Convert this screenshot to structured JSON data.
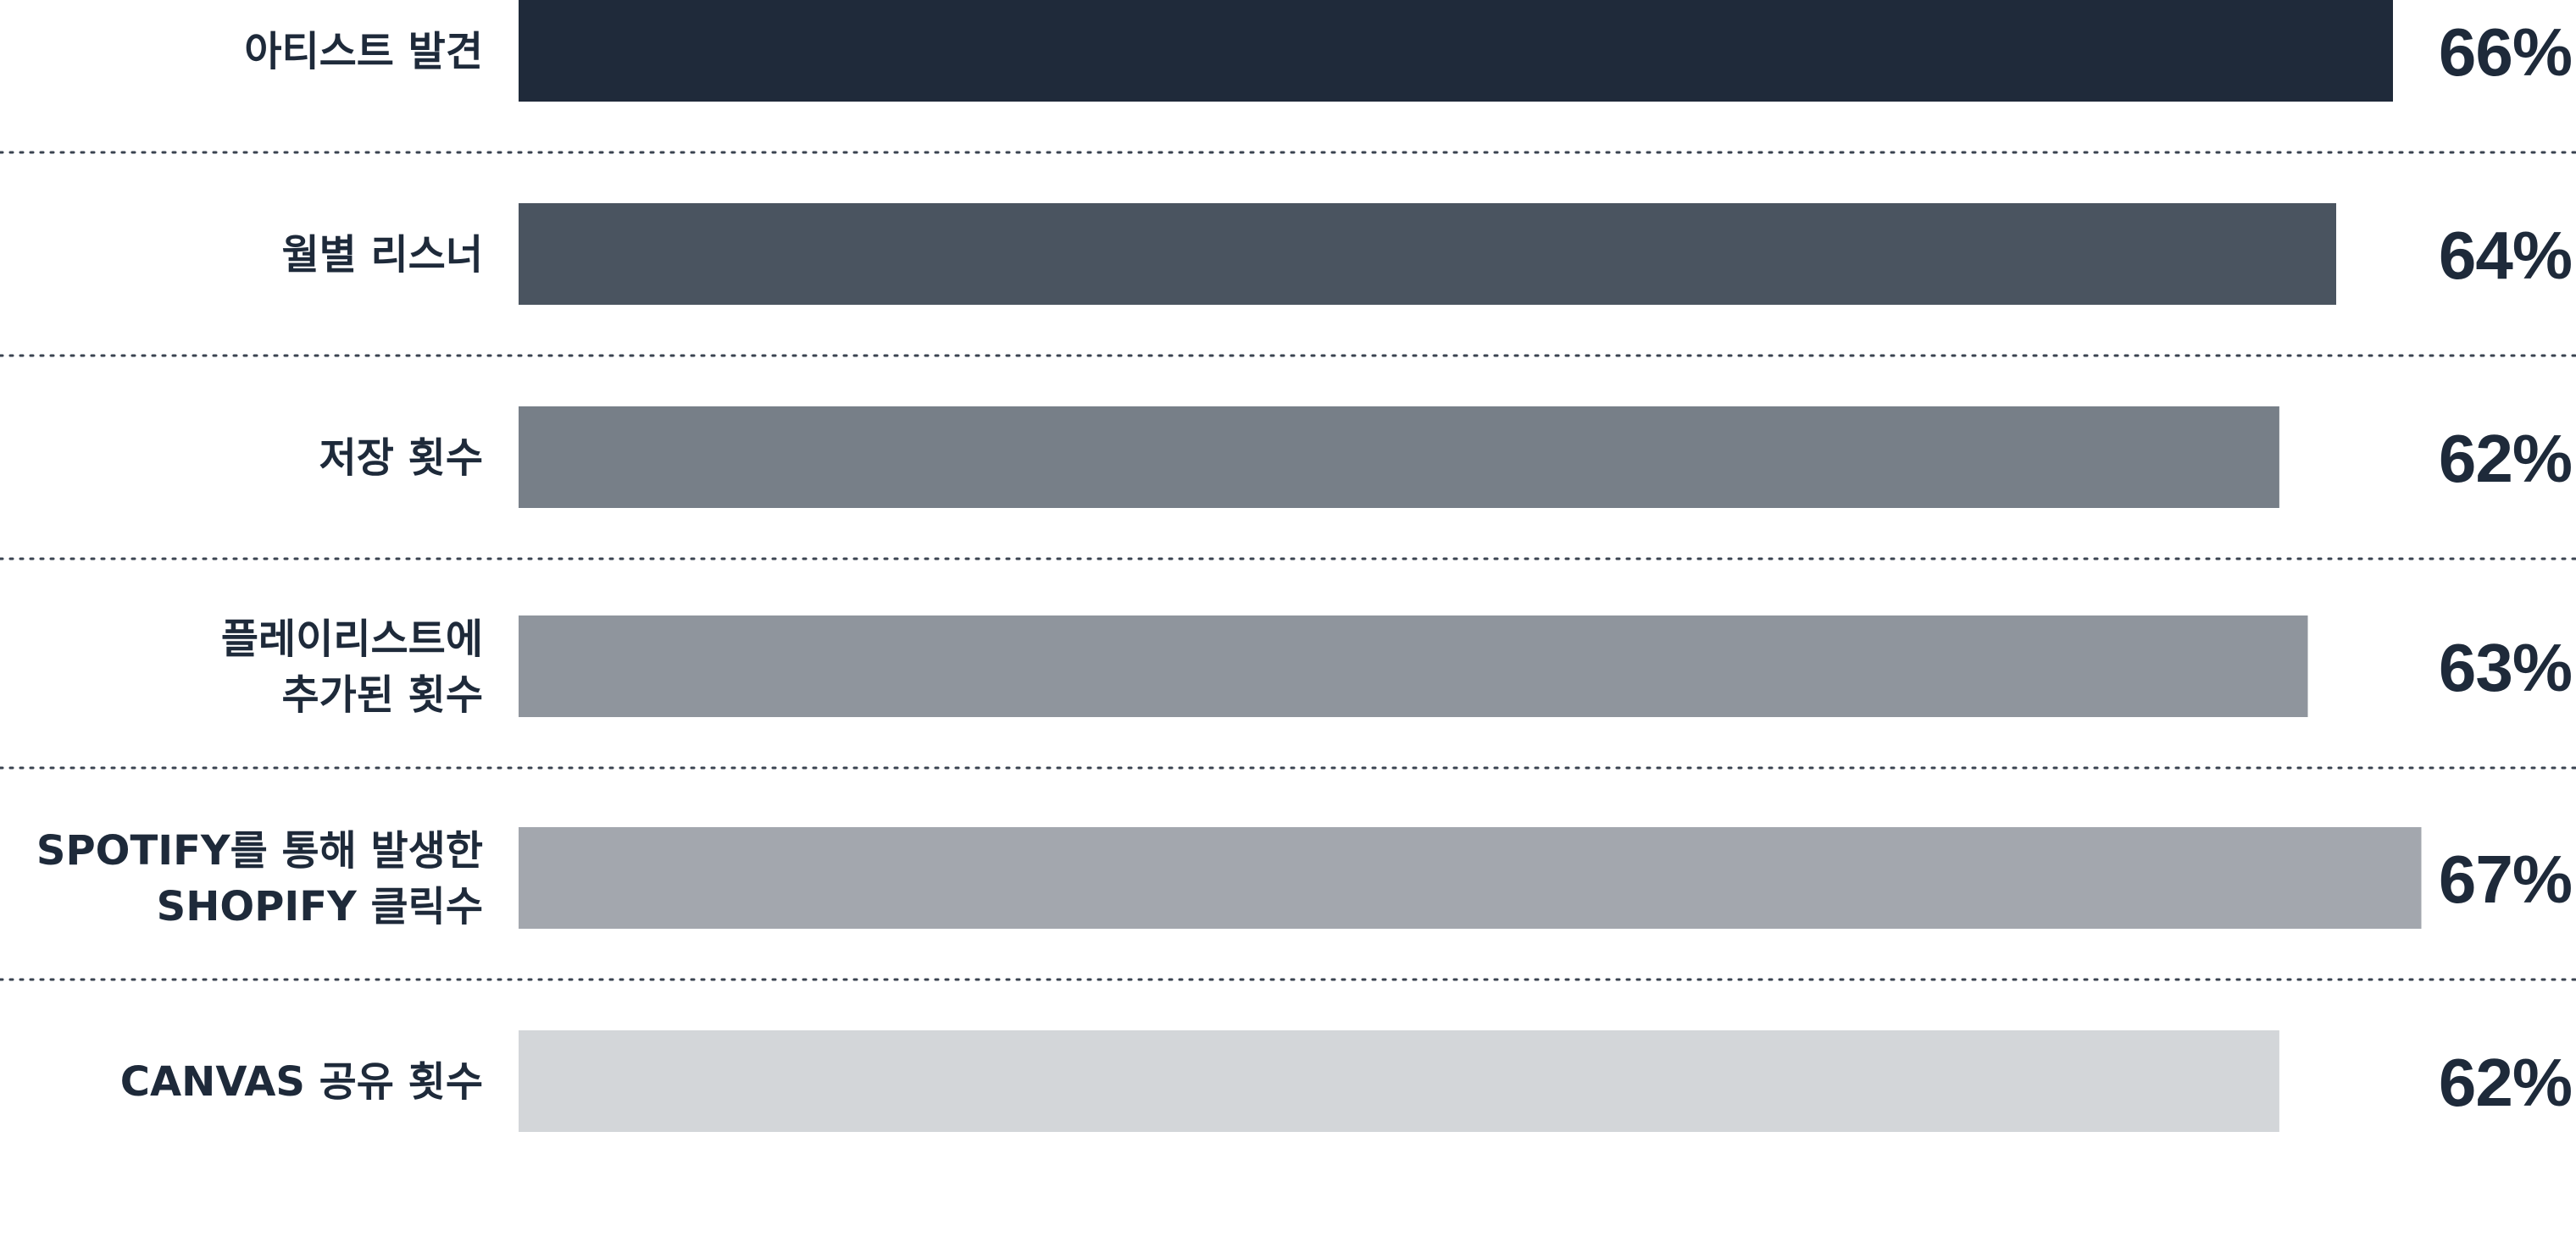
{
  "chart_data": {
    "type": "bar",
    "orientation": "horizontal",
    "title": "",
    "xlabel": "",
    "ylabel": "",
    "xlim": [
      0,
      67
    ],
    "grid": "dotted separators between rows",
    "legend": "none",
    "categories": [
      "아티스트 발견",
      "월별 리스너",
      "저장 횟수",
      "플레이리스트에\n추가된 횟수",
      "SPOTIFY를 통해 발생한\nSHOPIFY 클릭수",
      "CANVAS 공유 횟수"
    ],
    "values": [
      66,
      64,
      62,
      63,
      67,
      62
    ],
    "value_labels": [
      "66%",
      "64%",
      "62%",
      "63%",
      "67%",
      "62%"
    ],
    "bar_colors": [
      "#1f2a3a",
      "#4a5460",
      "#777f88",
      "#8f959d",
      "#a3a7ae",
      "#d3d6d9"
    ],
    "text_color": "#1e2a3a",
    "separator_color": "#3a4350"
  }
}
